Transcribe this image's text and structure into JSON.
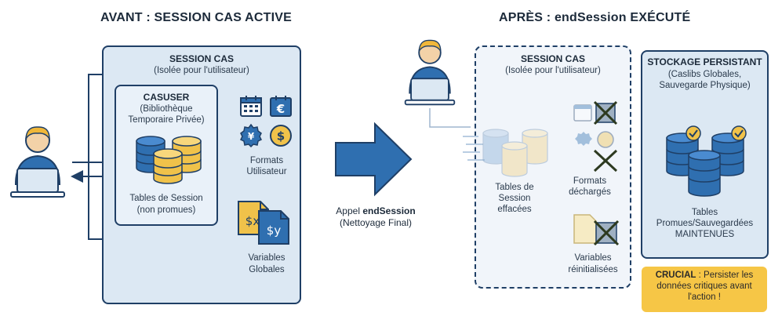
{
  "left": {
    "title": "AVANT : SESSION CAS ACTIVE",
    "session_title": "SESSION CAS",
    "session_sub": "(Isolée pour l'utilisateur)",
    "casuser_title": "CASUSER",
    "casuser_sub1": "(Bibliothèque",
    "casuser_sub2": "Temporaire Privée)",
    "tables_label1": "Tables de Session",
    "tables_label2": "(non promues)",
    "formats_label1": "Formats",
    "formats_label2": "Utilisateur",
    "variables_label1": "Variables",
    "variables_label2": "Globales",
    "dollar_x": "$x",
    "dollar_y": "$y"
  },
  "middle": {
    "appel_prefix": "Appel ",
    "appel_bold": "endSession",
    "appel_sub": "(Nettoyage Final)"
  },
  "right": {
    "title": "APRÈS : endSession EXÉCUTÉ",
    "session_title": "SESSION CAS",
    "session_sub": "(Isolée pour l'utilisateur)",
    "tables_label1": "Tables de",
    "tables_label2": "Session",
    "tables_label3": "effacées",
    "formats_label1": "Formats",
    "formats_label2": "déchargés",
    "variables_label1": "Variables",
    "variables_label2": "réinitialisées"
  },
  "storage": {
    "title": "STOCKAGE PERSISTANT",
    "sub1": "(Caslibs Globales,",
    "sub2": "Sauvegarde Physique)",
    "label1": "Tables",
    "label2": "Promues/Sauvegardées",
    "label3": "MAINTENUES"
  },
  "crucial": {
    "bold": "CRUCIAL",
    "text": " : Persister les données critiques avant l'action !"
  },
  "colors": {
    "navy": "#1f3f66",
    "db_blue": "#2f6fb0",
    "db_gold": "#f0c24a",
    "arrow_blue": "#2f6fb0",
    "accent_yellow": "#f6c646",
    "panel_fill": "#dce8f3"
  },
  "icons": [
    "user-icon",
    "laptop-icon",
    "database-icon",
    "calendar-icon",
    "euro-icon",
    "yen-icon",
    "dollar-icon",
    "variable-file-icon",
    "check-icon",
    "cross-icon"
  ]
}
